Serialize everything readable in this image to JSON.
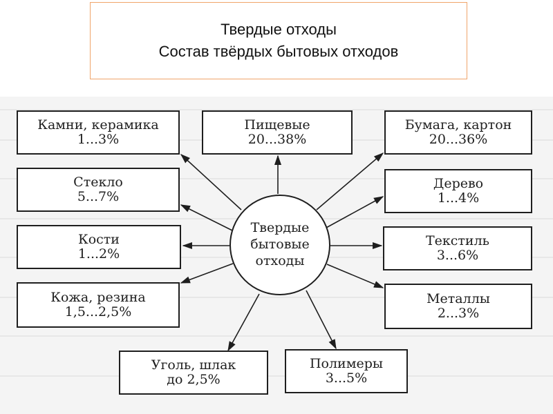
{
  "title": {
    "line1": "Твердые отходы",
    "line2": "Состав твёрдых бытовых отходов"
  },
  "hub": {
    "line1": "Твердые",
    "line2": "бытовые",
    "line3": "отходы"
  },
  "categories": [
    {
      "name": "Камни, керамика",
      "share": "1...3%"
    },
    {
      "name": "Пищевые",
      "share": "20...38%"
    },
    {
      "name": "Бумага, картон",
      "share": "20...36%"
    },
    {
      "name": "Стекло",
      "share": "5...7%"
    },
    {
      "name": "Дерево",
      "share": "1...4%"
    },
    {
      "name": "Кости",
      "share": "1...2%"
    },
    {
      "name": "Текстиль",
      "share": "3...6%"
    },
    {
      "name": "Кожа, резина",
      "share": "1,5...2,5%"
    },
    {
      "name": "Металлы",
      "share": "2...3%"
    },
    {
      "name": "Уголь, шлак",
      "share": "до 2,5%"
    },
    {
      "name": "Полимеры",
      "share": "3...5%"
    }
  ],
  "colors": {
    "title_border": "#f0a46a",
    "ink": "#1e1e1e"
  }
}
